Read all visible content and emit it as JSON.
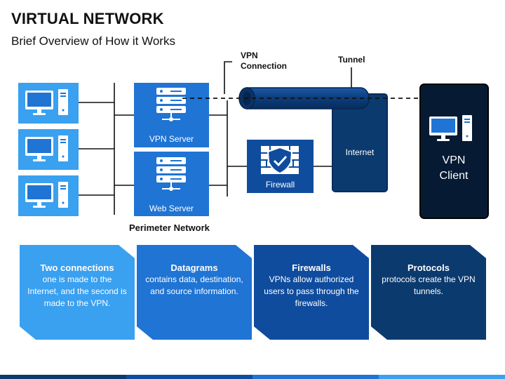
{
  "title": "VIRTUAL NETWORK",
  "subtitle": "Brief Overview of How it Works",
  "labels": {
    "vpn_connection": "VPN\nConnection",
    "tunnel": "Tunnel",
    "vpn_server": "VPN Server",
    "web_server": "Web Server",
    "firewall": "Firewall",
    "internet": "Internet",
    "vpn_client": "VPN\nClient",
    "perimeter_network": "Perimeter Network"
  },
  "icons": {
    "computer": "desktop-computer-icon",
    "server": "server-rack-icon",
    "firewall": "firewall-shield-icon"
  },
  "colors": {
    "light_blue": "#3aa0f0",
    "mid_blue": "#1f74d4",
    "dark_blue": "#0f4c9e",
    "navy": "#0b3a6e",
    "black": "#000000"
  },
  "cards": [
    {
      "heading": "Two connections",
      "body": "one is made to the Internet, and the second is made to the VPN."
    },
    {
      "heading": "Datagrams",
      "body": "contains data, destination, and source information."
    },
    {
      "heading": "Firewalls",
      "body": "VPNs allow authorized users to pass through the firewalls."
    },
    {
      "heading": "Protocols",
      "body": "protocols create the VPN tunnels."
    }
  ]
}
